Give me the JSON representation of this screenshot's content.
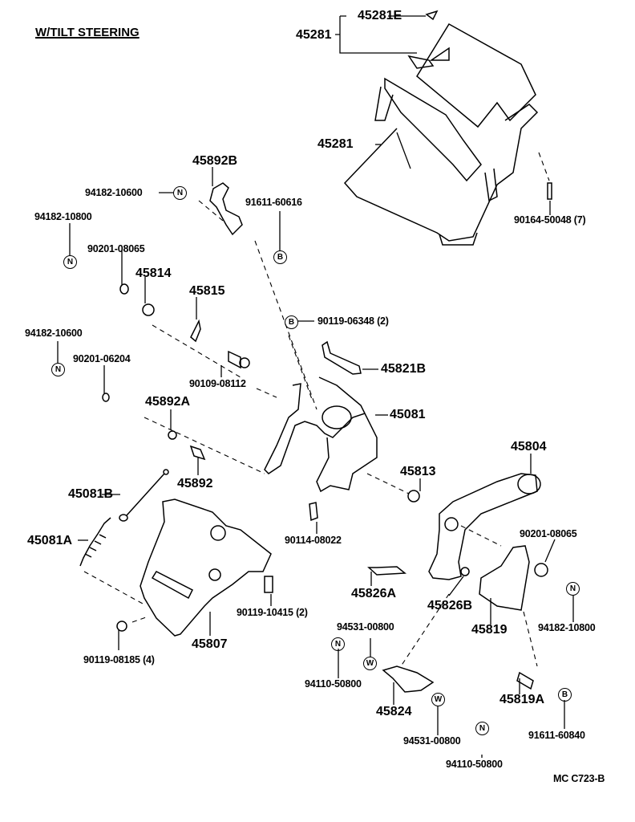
{
  "title": "W/TILT STEERING",
  "diagram_code": "MC  C723-B",
  "symbols": {
    "N": "N",
    "B": "B",
    "W": "W"
  },
  "parts": {
    "p45281E": "45281E",
    "p45281_top": "45281",
    "p45281_lower": "45281",
    "p90164": "90164-50048 (7)",
    "p45892B": "45892B",
    "p94182_10600_a": "94182-10600",
    "p91611_60616": "91611-60616",
    "p94182_10800_a": "94182-10800",
    "p90201_08065_a": "90201-08065",
    "p45814": "45814",
    "p45815": "45815",
    "p90119_06348": "90119-06348 (2)",
    "p94182_10600_b": "94182-10600",
    "p90201_06204": "90201-06204",
    "p45821B": "45821B",
    "p90109_08112": "90109-08112",
    "p45892A": "45892A",
    "p45081": "45081",
    "p45892": "45892",
    "p45081B": "45081B",
    "p45804": "45804",
    "p45813": "45813",
    "p45081A": "45081A",
    "p90114_08022": "90114-08022",
    "p90201_08065_b": "90201-08065",
    "p45826A": "45826A",
    "p45826B": "45826B",
    "p90119_10415": "90119-10415 (2)",
    "p94531_00800_a": "94531-00800",
    "p45819": "45819",
    "p94182_10800_b": "94182-10800",
    "p90119_08185": "90119-08185 (4)",
    "p45807": "45807",
    "p94110_50800_a": "94110-50800",
    "p45824": "45824",
    "p45819A": "45819A",
    "p94531_00800_b": "94531-00800",
    "p91611_60840": "91611-60840",
    "p94110_50800_b": "94110-50800"
  }
}
